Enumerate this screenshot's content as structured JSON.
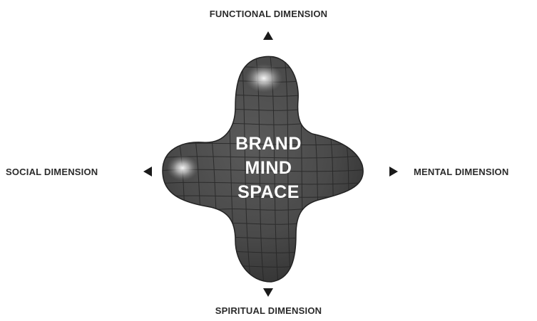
{
  "dimensions": {
    "top": "FUNCTIONAL DIMENSION",
    "left": "SOCIAL DIMENSION",
    "right": "MENTAL DIMENSION",
    "bottom": "SPIRITUAL DIMENSION"
  },
  "center": {
    "line1": "BRAND",
    "line2": "MIND",
    "line3": "SPACE"
  },
  "colors": {
    "shape_fill": "#4a4a4a",
    "grid_lines": "#2a2a2a",
    "label_text": "#2b2b2b",
    "center_text": "#ffffff"
  },
  "icons": [
    "arrow-up-icon",
    "arrow-down-icon",
    "arrow-left-icon",
    "arrow-right-icon"
  ]
}
